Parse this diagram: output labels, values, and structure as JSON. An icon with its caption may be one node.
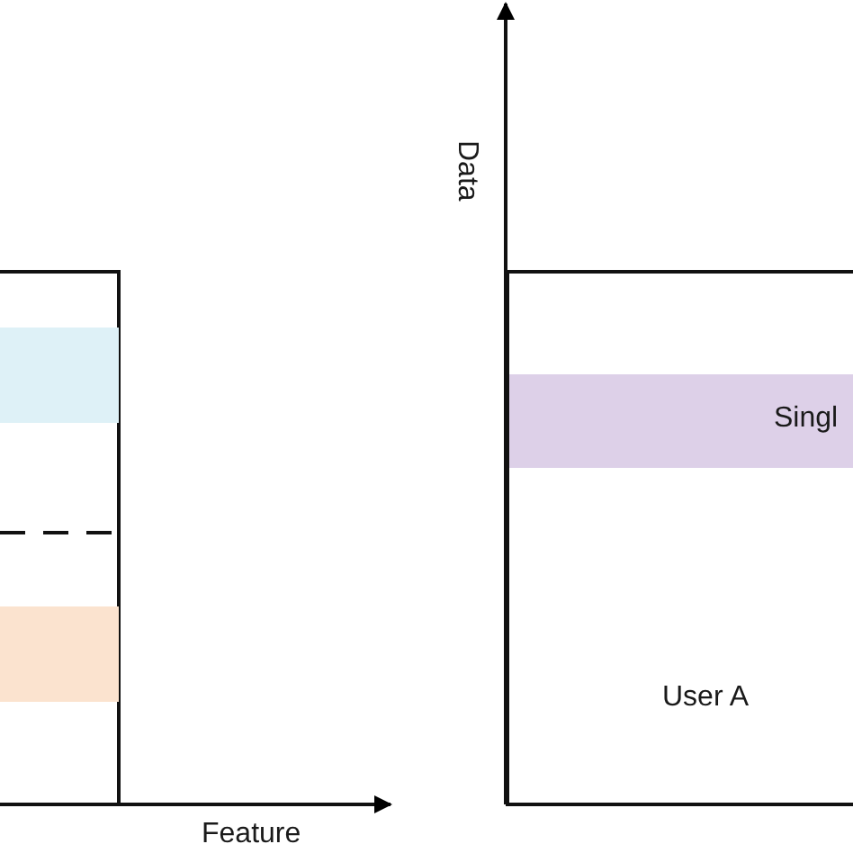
{
  "diagram": {
    "nodes": [
      {
        "text": [],
        "shape": "box"
      },
      {
        "text": [],
        "shape": "bar",
        "in": 0
      },
      {
        "text": [],
        "shape": "bar",
        "in": 0
      },
      {
        "text": [
          "User A"
        ]
      },
      {
        "text": [
          "Singl"
        ],
        "in": 3
      }
    ],
    "edges": [],
    "labels": [
      "Feature",
      "Data"
    ]
  }
}
